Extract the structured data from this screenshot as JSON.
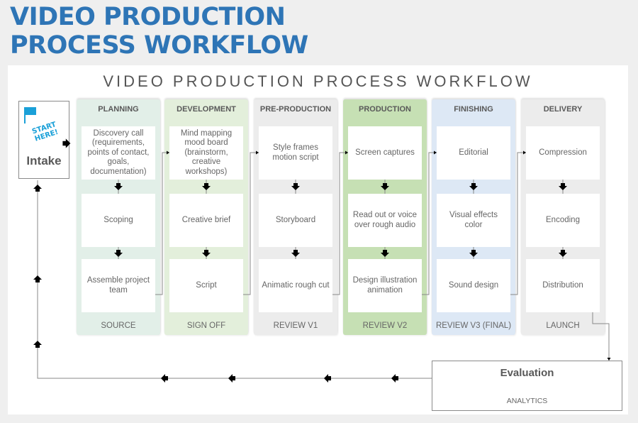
{
  "page_title_line1": "VIDEO PRODUCTION",
  "page_title_line2": "PROCESS WORKFLOW",
  "diagram_title": "VIDEO PRODUCTION PROCESS WORKFLOW",
  "intake": {
    "start_label": "START HERE!",
    "label": "Intake",
    "flag_color": "#1aa0d8"
  },
  "phases": [
    {
      "name": "PLANNING",
      "color": "#e2efe8",
      "steps": [
        "Discovery call (requirements, points of contact, goals, documentation)",
        "Scoping",
        "Assemble project team"
      ],
      "milestone": "SOURCE"
    },
    {
      "name": "DEVELOPMENT",
      "color": "#e3efdb",
      "steps": [
        "Mind mapping mood board (brainstorm, creative workshops)",
        "Creative brief",
        "Script"
      ],
      "milestone": "SIGN OFF"
    },
    {
      "name": "PRE-PRODUCTION",
      "color": "#ececec",
      "steps": [
        "Style frames motion script",
        "Storyboard",
        "Animatic rough cut"
      ],
      "milestone": "REVIEW V1"
    },
    {
      "name": "PRODUCTION",
      "color": "#c6e0b4",
      "steps": [
        "Screen captures",
        "Read out or voice over rough audio",
        "Design illustration animation"
      ],
      "milestone": "REVIEW V2"
    },
    {
      "name": "FINISHING",
      "color": "#dde8f5",
      "steps": [
        "Editorial",
        "Visual effects color",
        "Sound design"
      ],
      "milestone": "REVIEW V3 (FINAL)"
    },
    {
      "name": "DELIVERY",
      "color": "#ececec",
      "steps": [
        "Compression",
        "Encoding",
        "Distribution"
      ],
      "milestone": "LAUNCH"
    }
  ],
  "evaluation": {
    "title": "Evaluation",
    "subtitle": "ANALYTICS"
  }
}
